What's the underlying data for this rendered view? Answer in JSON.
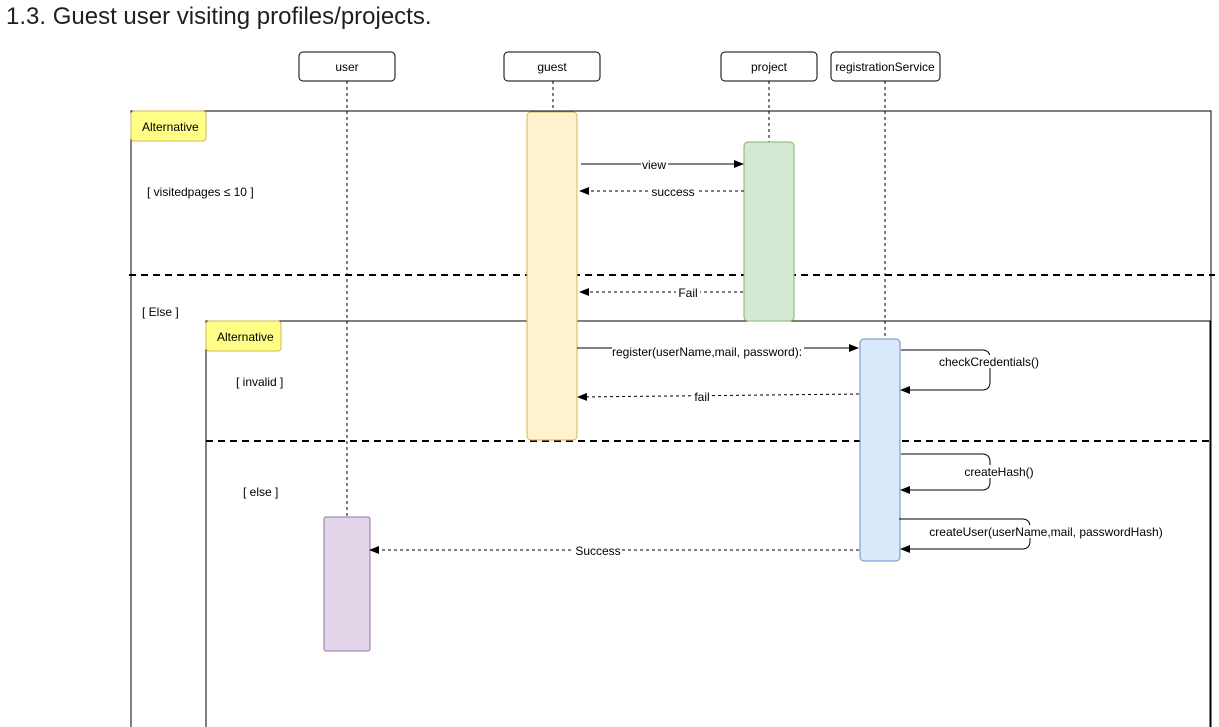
{
  "title": "1.3. Guest user visiting profiles/projects.",
  "participants": {
    "user": "user",
    "guest": "guest",
    "project": "project",
    "registrationService": "registrationService"
  },
  "outer_fragment": {
    "tag": "Alternative",
    "guard_1": "[ visitedpages ≤ 10 ]",
    "guard_2": "[ Else ]"
  },
  "inner_fragment": {
    "tag": "Alternative",
    "guard_1": "[ invalid ]",
    "guard_2": "[ else ]"
  },
  "messages": {
    "view": "view",
    "success": "success",
    "fail_project": "Fail",
    "register": "register(userName,mail, password):",
    "check_credentials": "checkCredentials()",
    "fail_registration": "fail",
    "create_hash": "createHash()",
    "create_user": "createUser(userName,mail, passwordHash)",
    "success_user": "Success"
  },
  "colors": {
    "guest_activation_fill": "#fff2cc",
    "guest_activation_stroke": "#d6b656",
    "project_activation_fill": "#d5e8d4",
    "project_activation_stroke": "#82b366",
    "registration_activation_fill": "#dae8fc",
    "registration_activation_stroke": "#6c8ebf",
    "user_activation_fill": "#e1d5e7",
    "user_activation_stroke": "#9673a6",
    "fragment_tag_fill": "#ffff88",
    "fragment_tag_stroke": "#d6b656"
  }
}
